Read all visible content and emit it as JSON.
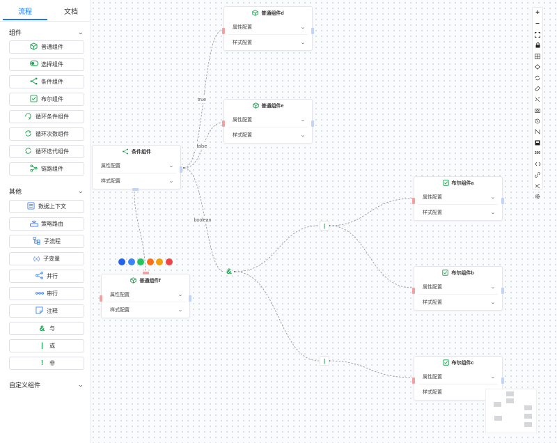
{
  "tabs": [
    {
      "label": "流程",
      "active": true
    },
    {
      "label": "文档",
      "active": false
    }
  ],
  "groups": {
    "components": {
      "label": "组件"
    },
    "other": {
      "label": "其他"
    },
    "custom": {
      "label": "自定义组件"
    }
  },
  "components": [
    {
      "label": "普通组件",
      "icon": "cube-icon"
    },
    {
      "label": "选择组件",
      "icon": "toggle-icon"
    },
    {
      "label": "条件组件",
      "icon": "branch-icon"
    },
    {
      "label": "布尔组件",
      "icon": "checkbox-icon"
    },
    {
      "label": "循环条件组件",
      "icon": "loop-icon"
    },
    {
      "label": "循环次数组件",
      "icon": "loop-count-icon"
    },
    {
      "label": "循环迭代组件",
      "icon": "loop-iterate-icon"
    },
    {
      "label": "链路组件",
      "icon": "chain-icon"
    }
  ],
  "others": [
    {
      "label": "数据上下文",
      "icon": "list-icon"
    },
    {
      "label": "策略路由",
      "icon": "router-icon"
    },
    {
      "label": "子流程",
      "icon": "subflow-icon"
    },
    {
      "label": "子变量",
      "icon": "variable-icon",
      "glyph": "(x)"
    },
    {
      "label": "并行",
      "icon": "parallel-icon"
    },
    {
      "label": "串行",
      "icon": "serial-icon"
    },
    {
      "label": "注释",
      "icon": "note-icon"
    },
    {
      "label": "与",
      "icon": "and-icon",
      "glyph": "&"
    },
    {
      "label": "或",
      "icon": "or-icon",
      "glyph": "|"
    },
    {
      "label": "非",
      "icon": "not-icon",
      "glyph": "!"
    }
  ],
  "node_rows": {
    "props": "属性配置",
    "style": "样式配置"
  },
  "nodes": {
    "d": {
      "title": "普通组件d",
      "icon": "cube-icon"
    },
    "e": {
      "title": "普通组件e",
      "icon": "cube-icon"
    },
    "cond": {
      "title": "条件组件",
      "icon": "branch-icon"
    },
    "f": {
      "title": "普通组件f",
      "icon": "cube-icon"
    },
    "ba": {
      "title": "布尔组件a",
      "icon": "checkbox-icon"
    },
    "bb": {
      "title": "布尔组件b",
      "icon": "checkbox-icon"
    },
    "bc": {
      "title": "布尔组件c",
      "icon": "checkbox-icon"
    }
  },
  "operators": {
    "and": "&",
    "or1": "|",
    "or2": "|"
  },
  "edge_labels": {
    "true": "true",
    "false": "false",
    "boolean": "boolean"
  },
  "palette": [
    "#2563eb",
    "#3b82f6",
    "#22c55e",
    "#f97316",
    "#f59e0b",
    "#ef4444"
  ],
  "toolbar": {
    "zoom_in": "+",
    "zoom_out": "−",
    "fit": "⛶",
    "lock": "🔒",
    "zoom_level": "200"
  },
  "colors": {
    "accent": "#1677ff",
    "icon_green": "#16a34a",
    "port_in": "#f2a0a0",
    "port_out": "#c3d4f5"
  }
}
